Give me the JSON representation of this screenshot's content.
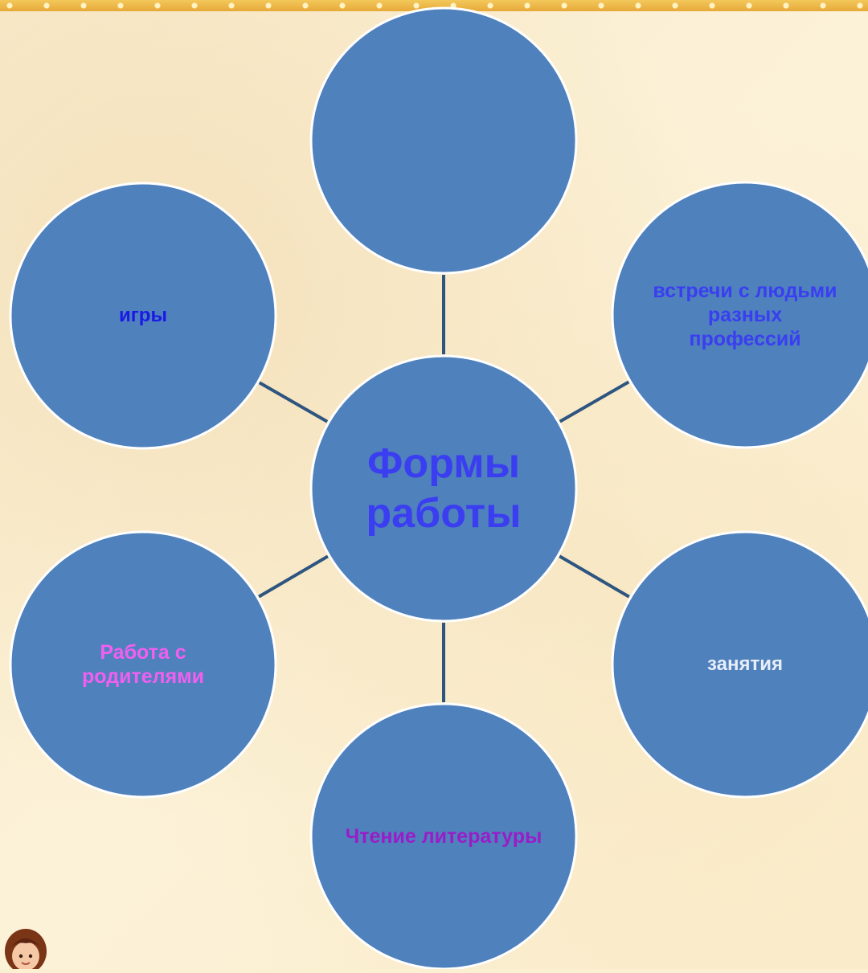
{
  "diagram": {
    "center": {
      "label": "Формы работы",
      "text_color": "#3a3ef0"
    },
    "satellites": [
      {
        "id": "top",
        "label": "",
        "text_color": "#ffffff"
      },
      {
        "id": "top-left",
        "label": "игры",
        "text_color": "#1a1ae6"
      },
      {
        "id": "top-right",
        "label": "встречи с людьми разных профессий",
        "text_color": "#3a3ef0"
      },
      {
        "id": "bottom-left",
        "label": "Работа с родителями",
        "text_color": "#f25ff0"
      },
      {
        "id": "bottom-right",
        "label": "занятия",
        "text_color": "#e8eef8"
      },
      {
        "id": "bottom",
        "label": "Чтение литературы",
        "text_color": "#9a1cc8"
      }
    ],
    "colors": {
      "circle_fill": "#4f81bd",
      "circle_stroke": "#ffffff",
      "connector": "#2e5580"
    }
  }
}
